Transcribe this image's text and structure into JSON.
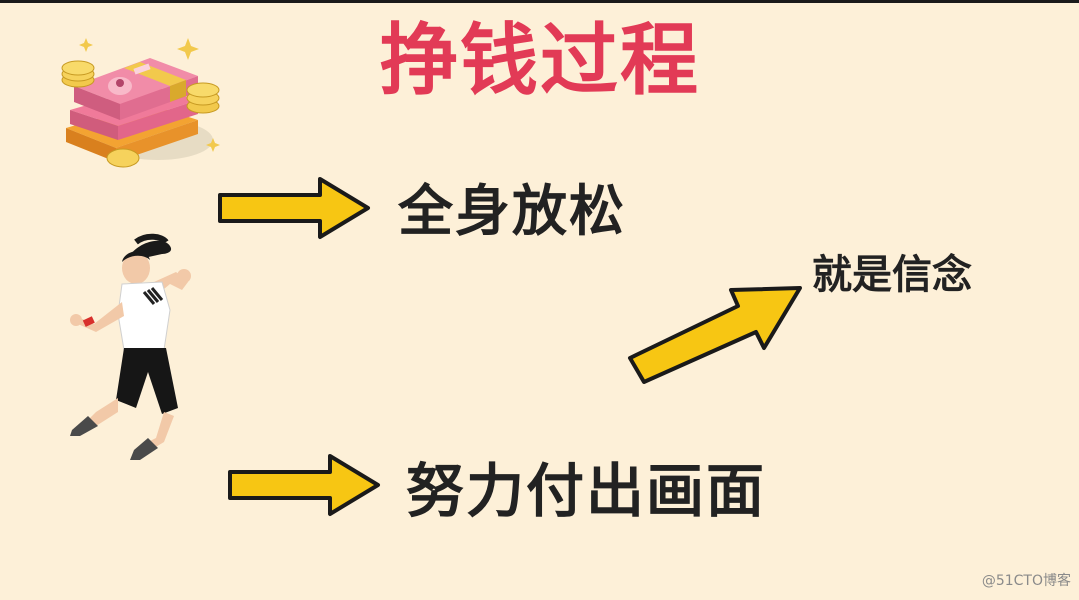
{
  "title": "挣钱过程",
  "labels": {
    "relax": "全身放松",
    "belief": "就是信念",
    "effort": "努力付出画面"
  },
  "watermark": "@51CTO博客",
  "illustrations": {
    "money": "money-stack-icon",
    "runner": "runner-illustration"
  },
  "colors": {
    "background": "#fdf0d8",
    "title": "#e23a56",
    "arrow_fill": "#f7c613",
    "arrow_stroke": "#1a1a1a",
    "text": "#222222"
  }
}
